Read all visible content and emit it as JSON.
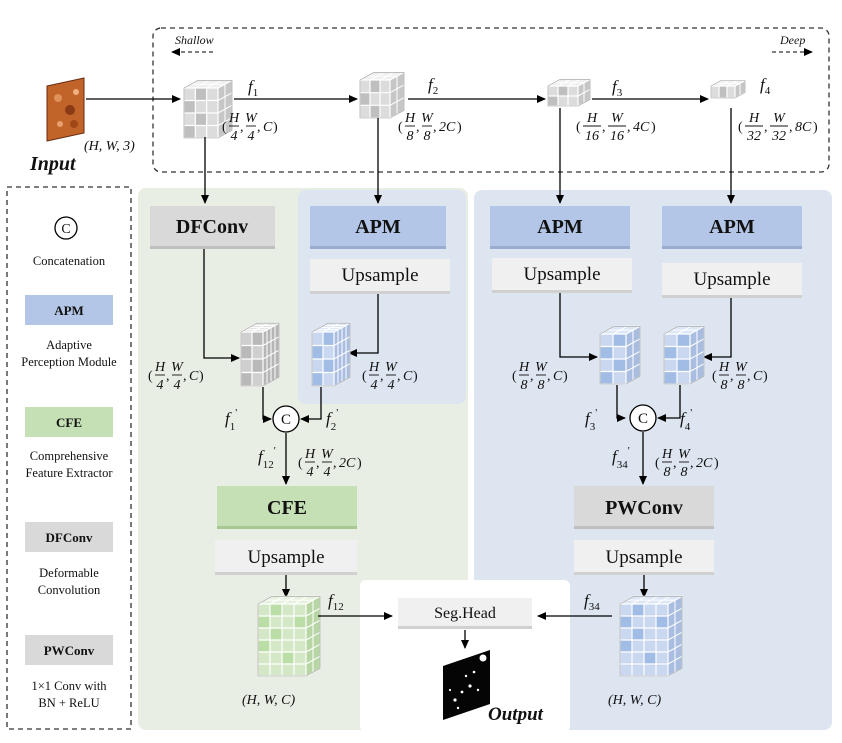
{
  "input": {
    "title": "Input",
    "dims": "(H, W, 3)"
  },
  "encoder": {
    "shallow": "Shallow",
    "deep": "Deep",
    "stages": [
      {
        "label": "f",
        "sub": "1",
        "dims": "(H/4, W/4, C)"
      },
      {
        "label": "f",
        "sub": "2",
        "dims": "(H/8, W/8, 2C)"
      },
      {
        "label": "f",
        "sub": "3",
        "dims": "(H/16, W/16, 4C)"
      },
      {
        "label": "f",
        "sub": "4",
        "dims": "(H/32, W/32, 8C)"
      }
    ]
  },
  "legend": {
    "concat_symbol": "C",
    "concat_text": "Concatenation",
    "items": [
      {
        "box": "APM",
        "lines": [
          "Adaptive",
          "Perception Module"
        ],
        "color": "#b4c6e7"
      },
      {
        "box": "CFE",
        "lines": [
          "Comprehensive",
          "Feature Extractor"
        ],
        "color": "#c5e0b4"
      },
      {
        "box": "DFConv",
        "lines": [
          "Deformable",
          "Convolution"
        ],
        "color": "#d9d9d9"
      },
      {
        "box": "PWConv",
        "lines": [
          "1×1 Conv with",
          "BN + ReLU"
        ],
        "color": "#d9d9d9"
      }
    ]
  },
  "modules": {
    "dfconv": "DFConv",
    "apm": "APM",
    "upsample": "Upsample",
    "cfe": "CFE",
    "pwconv": "PWConv",
    "seg_head": "Seg.Head",
    "concat": "C"
  },
  "features": {
    "f1p": {
      "label": "f",
      "sub": "1",
      "prime": "'"
    },
    "f2p": {
      "label": "f",
      "sub": "2",
      "prime": "'"
    },
    "f3p": {
      "label": "f",
      "sub": "3",
      "prime": "'"
    },
    "f4p": {
      "label": "f",
      "sub": "4",
      "prime": "'"
    },
    "f12p": {
      "label": "f",
      "sub": "12",
      "prime": "'"
    },
    "f34p": {
      "label": "f",
      "sub": "34",
      "prime": "'"
    },
    "f12": {
      "label": "f",
      "sub": "12"
    },
    "f34": {
      "label": "f",
      "sub": "34"
    }
  },
  "dims": {
    "left_dfconv": "(H/4, W/4, C)",
    "left_apm": "(H/4, W/4, C)",
    "left_cat": "(H/4, W/4, 2C)",
    "right_a": "(H/8, W/8, C)",
    "right_b": "(H/8, W/8, C)",
    "right_cat": "(H/8, W/8, 2C)",
    "out_left": "(H, W, C)",
    "out_right": "(H, W, C)"
  },
  "output": {
    "title": "Output"
  },
  "colors": {
    "gray": "#d9d9d9",
    "blue": "#b4c6e7",
    "green": "#c5e0b4",
    "panel_green": "#e9eee4",
    "panel_blue": "#dde5f0"
  }
}
